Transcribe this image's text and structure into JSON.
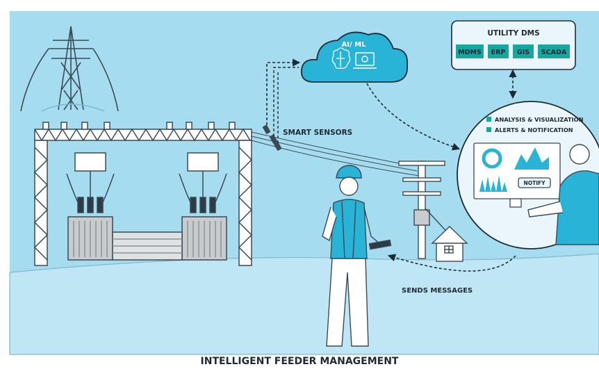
{
  "cloud": {
    "label": "AI/ ML"
  },
  "utility_dms": {
    "title": "UTILITY DMS",
    "systems": [
      "MDMS",
      "ERP",
      "GIS",
      "SCADA"
    ]
  },
  "smart_sensors": {
    "label": "SMART SENSORS"
  },
  "control_center": {
    "features": [
      "ANALYSIS & VISUALIZATION",
      "ALERTS & NOTIFICATION"
    ],
    "notify_label": "NOTIFY"
  },
  "messages": {
    "label": "SENDS MESSAGES"
  },
  "footer": {
    "title": "INTELLIGENT FEEDER MANAGEMENT"
  },
  "colors": {
    "sky": "#a5dcef",
    "ground": "#bfe6f4",
    "accent": "#29b3d6",
    "teal": "#17a7a0",
    "line": "#3a4a55"
  }
}
